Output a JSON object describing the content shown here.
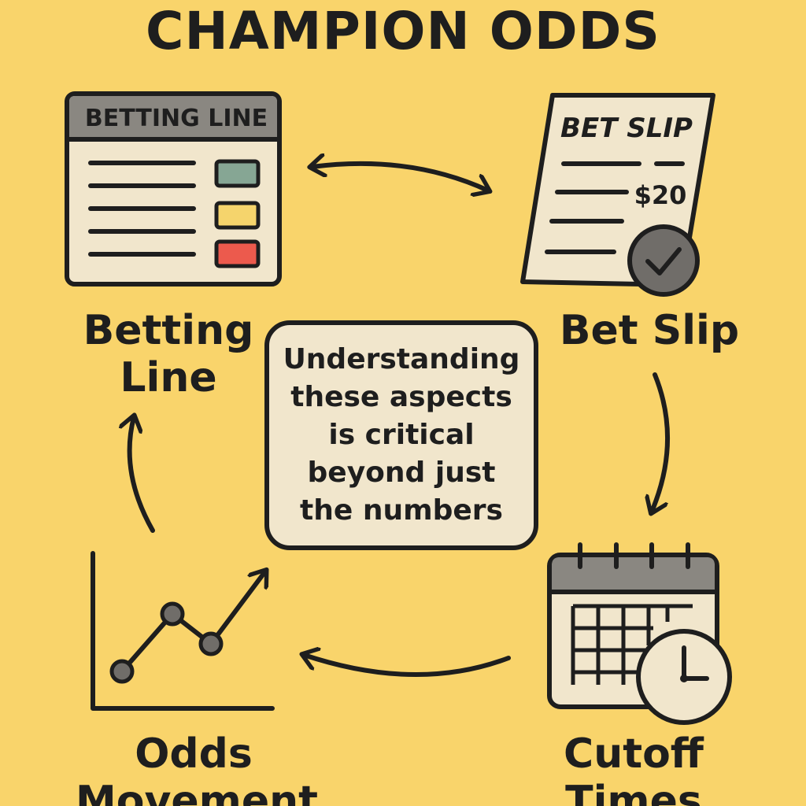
{
  "title": "CHAMPION ODDS",
  "nodes": {
    "betting_line": {
      "label": "Betting\nLine",
      "header_text": "BETTING LINE"
    },
    "bet_slip": {
      "label": "Bet Slip",
      "header_text": "BET SLIP",
      "amount": "$20"
    },
    "cutoff_times": {
      "label": "Cutoff\nTimes"
    },
    "odds_movement": {
      "label": "Odds\nMovement"
    }
  },
  "center_note": "Understanding\nthese aspects\nis critical\nbeyond just\nthe numbers",
  "colors": {
    "background": "#f9d46b",
    "ink": "#1e1e1e",
    "paper": "#f1e6cc",
    "header_gray": "#8a8781",
    "odds_green": "#86a694",
    "odds_yellow": "#f5d46c",
    "odds_red": "#ec5a4d"
  }
}
